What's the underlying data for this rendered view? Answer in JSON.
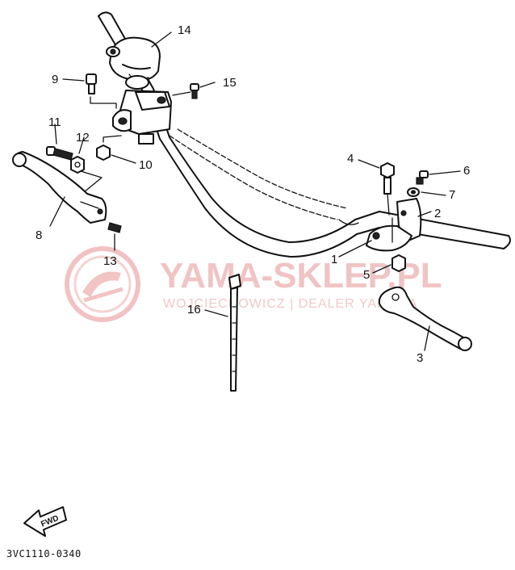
{
  "watermark": {
    "brand": "YAMA-SKLEP.PL",
    "dealer": "WOJCIECHOWICZ | DEALER YAMAHA",
    "logo_color": "#e8a0a0"
  },
  "callouts": {
    "p1": "1",
    "p2": "2",
    "p3": "3",
    "p4": "4",
    "p5": "5",
    "p6": "6",
    "p7": "7",
    "p8": "8",
    "p9": "9",
    "p10": "10",
    "p11": "11",
    "p12": "12",
    "p13": "13",
    "p14": "14",
    "p15": "15",
    "p16": "16"
  },
  "fwd_label": "FWD",
  "diagram_code": "3VC1110-0340"
}
